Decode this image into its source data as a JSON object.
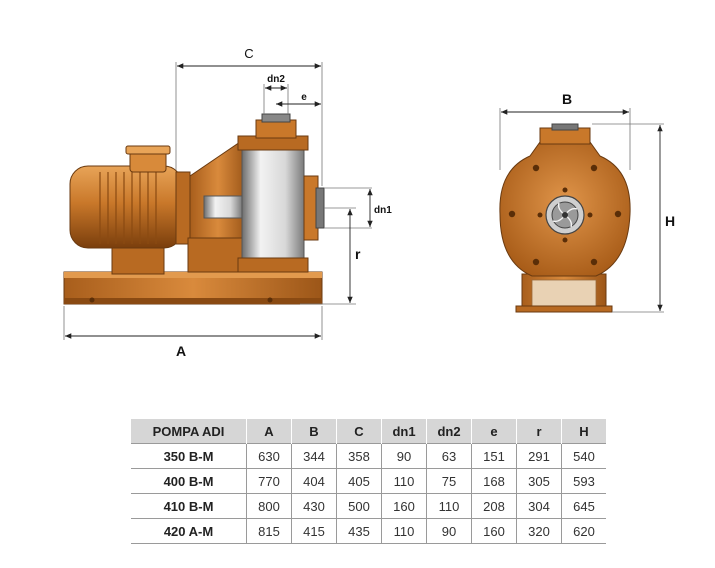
{
  "dimensions": {
    "A": "A",
    "B": "B",
    "C": "C",
    "H": "H",
    "dn1": "dn1",
    "dn2": "dn2",
    "e": "e",
    "r": "r"
  },
  "colors": {
    "pump_body": "#c9782a",
    "pump_shadow": "#8a4a12",
    "pump_highlight": "#e29a4e",
    "table_header": "#d6d6d6"
  },
  "table": {
    "headers": [
      "POMPA ADI",
      "A",
      "B",
      "C",
      "dn1",
      "dn2",
      "e",
      "r",
      "H"
    ],
    "rows": [
      [
        "350 B-M",
        "630",
        "344",
        "358",
        "90",
        "63",
        "151",
        "291",
        "540"
      ],
      [
        "400 B-M",
        "770",
        "404",
        "405",
        "110",
        "75",
        "168",
        "305",
        "593"
      ],
      [
        "410 B-M",
        "800",
        "430",
        "500",
        "160",
        "110",
        "208",
        "304",
        "645"
      ],
      [
        "420 A-M",
        "815",
        "415",
        "435",
        "110",
        "90",
        "160",
        "320",
        "620"
      ]
    ]
  }
}
